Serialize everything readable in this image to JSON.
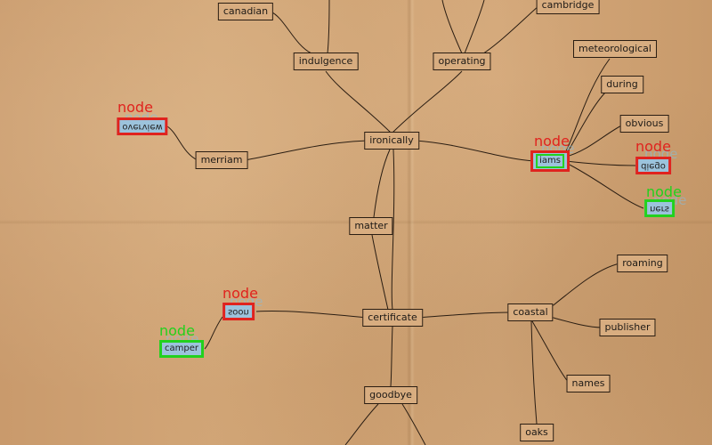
{
  "nodes": {
    "canadian": "canadian",
    "cambridge": "cambridge",
    "indulgence": "indulgence",
    "operating": "operating",
    "meteorological": "meteorological",
    "during": "during",
    "obvious": "obvious",
    "merriam": "merriam",
    "ironically": "ironically",
    "matter": "matter",
    "roaming": "roaming",
    "coastal": "coastal",
    "publisher": "publisher",
    "certificate": "certificate",
    "names": "names",
    "goodbye": "goodbye",
    "oaks": "oaks"
  },
  "annotations": {
    "tag_label": "node",
    "overview": "overview",
    "iams": "iams",
    "diego": "diego",
    "ners": "ners",
    "soon": "soon",
    "camper": "camper"
  },
  "colors": {
    "red_box": "#e0231e",
    "green_box": "#22d11e",
    "highlight_fill": "#9cc3dc",
    "paper": "#d2a677"
  }
}
